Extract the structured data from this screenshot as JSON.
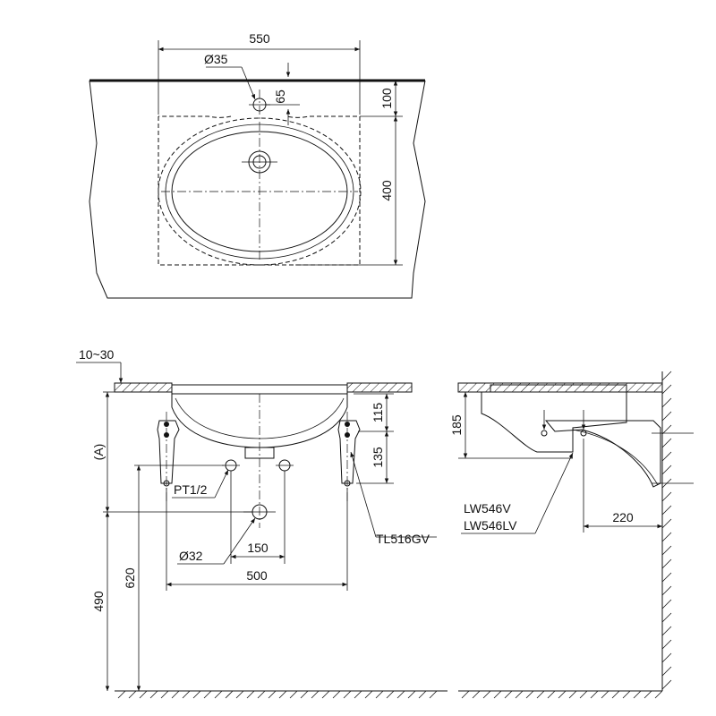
{
  "top_view": {
    "width_label": "550",
    "hole_label": "Ø35",
    "offset_label": "65",
    "depth_label": "100",
    "height_label": "400"
  },
  "front_view": {
    "counter_label": "10~30",
    "a_label": "(A)",
    "d115": "115",
    "d135": "135",
    "pt_label": "PT1/2",
    "drain_label": "Ø32",
    "d150": "150",
    "d500": "500",
    "d620": "620",
    "d490": "490",
    "bracket_label": "TL516GV"
  },
  "side_view": {
    "d185": "185",
    "model_1": "LW546V",
    "model_2": "LW546LV",
    "d220": "220"
  }
}
